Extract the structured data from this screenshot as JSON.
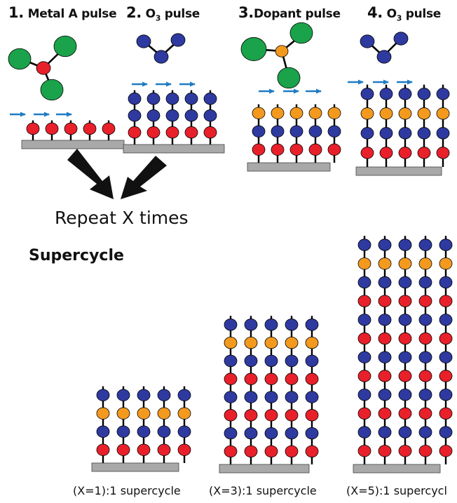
{
  "steps": [
    {
      "num": "1.",
      "pre": "Metal A pulse",
      "sub": "",
      "post": ""
    },
    {
      "num": "2.",
      "pre": "O",
      "sub": "3",
      "post": " pulse"
    },
    {
      "num": "3.",
      "pre": "Dopant pulse",
      "sub": "",
      "post": ""
    },
    {
      "num": "4.",
      "pre": "O",
      "sub": "3",
      "post": " pulse"
    }
  ],
  "repeat_label": "Repeat X times",
  "supercycle_label": "Supercycle",
  "captions": [
    "(X=1):1 supercycle",
    "(X=3):1 supercycle",
    "(X=5):1 supercycl"
  ],
  "colors": {
    "metal": "#e8202a",
    "oxygen": "#2e3aa0",
    "dopant": "#f39a1e",
    "ligand": "#1aa34a",
    "substrate": "#a9a9a9",
    "flow_arrow": "#1f7cc4",
    "big_arrow": "#111111"
  }
}
